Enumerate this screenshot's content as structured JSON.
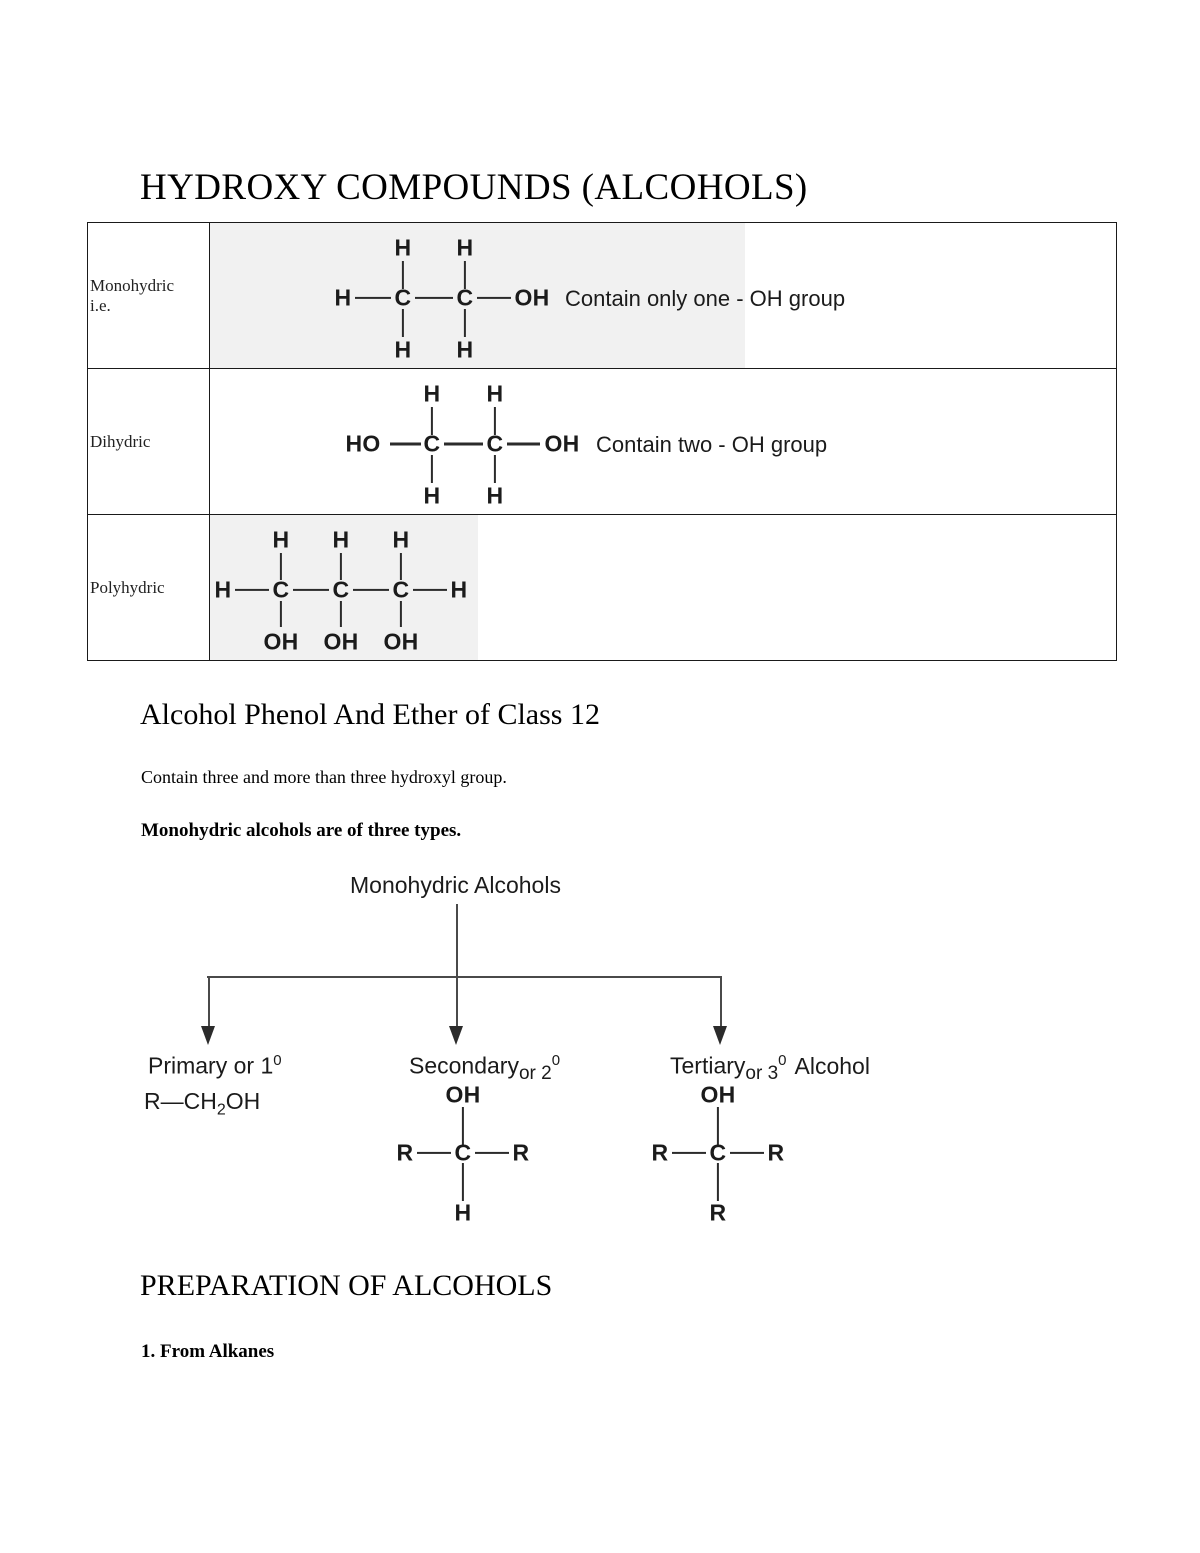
{
  "document": {
    "title": "HYDROXY COMPOUNDS (ALCOHOLS)"
  },
  "classification_table": {
    "rows": [
      {
        "label": "Monohydric i.e.",
        "label_line1": "Monohydric",
        "label_line2": "i.e.",
        "caption": "Contain only one - OH group",
        "structure": {
          "name": "ethanol",
          "top_atoms": [
            "H",
            "H"
          ],
          "bottom_atoms": [
            "H",
            "H"
          ],
          "chain": [
            "H",
            "C",
            "C",
            "OH"
          ]
        }
      },
      {
        "label": "Dihydric",
        "caption": "Contain two - OH group",
        "structure": {
          "name": "ethylene-glycol",
          "top_atoms": [
            "H",
            "H"
          ],
          "bottom_atoms": [
            "H",
            "H"
          ],
          "chain": [
            "HO",
            "C",
            "C",
            "OH"
          ]
        }
      },
      {
        "label": "Polyhydric",
        "caption": "",
        "structure": {
          "name": "glycerol",
          "top_atoms": [
            "H",
            "H",
            "H"
          ],
          "bottom_atoms": [
            "OH",
            "OH",
            "OH"
          ],
          "chain": [
            "H",
            "C",
            "C",
            "C",
            "H"
          ]
        }
      }
    ]
  },
  "section": {
    "heading": "Alcohol Phenol And Ether of Class 12",
    "paragraph": "Contain three and more than three hydroxyl group.",
    "subheading": "Monohydric alcohols are of three types."
  },
  "flowchart": {
    "root": "Monohydric Alcohols",
    "branches": [
      {
        "label_main": "Primary or 1",
        "degree": "0",
        "label_tail": "",
        "formula_parts": {
          "r": "R",
          "dash": "—",
          "ch": "CH",
          "two": "2",
          "oh": "OH"
        },
        "structure_type": "inline-formula"
      },
      {
        "label_main": "Secondary",
        "label_or": "or 2",
        "degree": "0",
        "label_tail": "",
        "structure": {
          "top": "OH",
          "left": "R",
          "center": "C",
          "right": "R",
          "bottom": "H"
        },
        "structure_type": "skeletal"
      },
      {
        "label_main": "Tertiary",
        "label_or": "or 3",
        "degree": "0",
        "label_tail": "Alcohol",
        "structure": {
          "top": "OH",
          "left": "R",
          "center": "C",
          "right": "R",
          "bottom": "R"
        },
        "structure_type": "skeletal"
      }
    ]
  },
  "preparation": {
    "heading": "PREPARATION OF ALCOHOLS",
    "item1": "1. From Alkanes"
  }
}
